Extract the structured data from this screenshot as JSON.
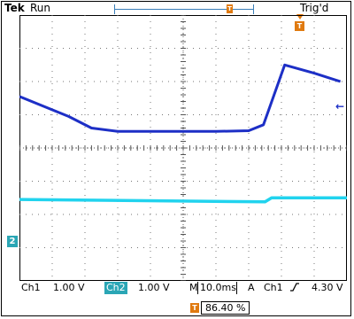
{
  "header": {
    "brand": "Tek",
    "run_state": "Run",
    "trigger_state": "Trig'd",
    "trigger_marker_letter": "T",
    "record_marker_letter": "T"
  },
  "markers": {
    "ch2_ground": "2",
    "ch1_level": "←"
  },
  "status_bar": {
    "ch1_label": "Ch1",
    "ch1_scale": "1.00 V",
    "ch2_label": "Ch2",
    "ch2_scale": "1.00 V",
    "timebase_prefix": "M",
    "timebase": "10.0ms",
    "coupling": "A",
    "trigger_source": "Ch1",
    "trigger_slope_icon": "rising-edge-icon",
    "trigger_level": "4.30 V"
  },
  "horizontal_offset": {
    "marker_letter": "T",
    "value": "86.40 %"
  },
  "colors": {
    "ch1": "#1d2fc6",
    "ch2": "#21d3ee",
    "trigger": "#e07a10",
    "ch2_tag": "#2aa6b5"
  },
  "traces": {
    "ch1": {
      "name": "Ch1",
      "description_units": "divisions",
      "points": [
        [
          0,
          1.55
        ],
        [
          1.5,
          0.95
        ],
        [
          2.2,
          0.6
        ],
        [
          3.0,
          0.5
        ],
        [
          6.0,
          0.5
        ],
        [
          7.0,
          0.52
        ],
        [
          7.45,
          0.7
        ],
        [
          8.1,
          2.5
        ],
        [
          9.0,
          2.25
        ],
        [
          9.8,
          2.0
        ]
      ]
    },
    "ch2": {
      "name": "Ch2",
      "description_units": "divisions",
      "points": [
        [
          0,
          -1.55
        ],
        [
          7.5,
          -1.62
        ],
        [
          7.7,
          -1.5
        ],
        [
          10,
          -1.5
        ]
      ]
    }
  }
}
